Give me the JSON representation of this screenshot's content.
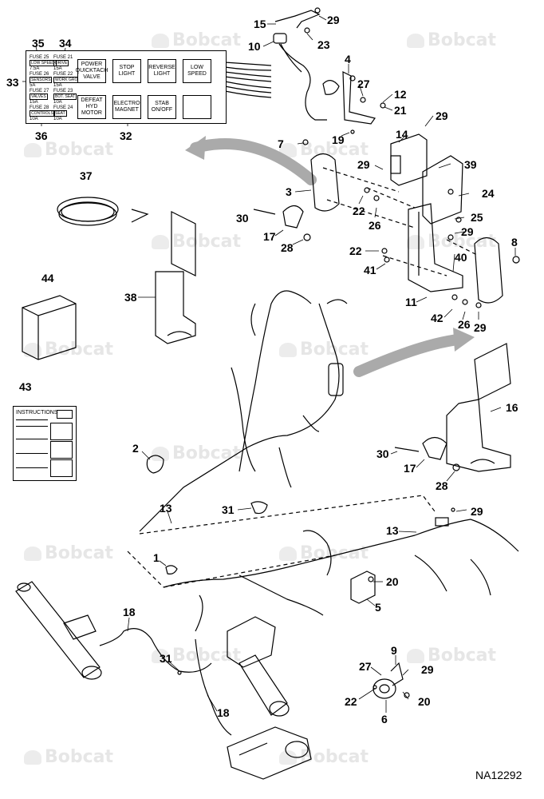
{
  "watermark": "Bobcat",
  "figure_id": "NA12292",
  "fuse_panel": {
    "buttons": [
      {
        "label": "POWER QUICKTACH VALVE"
      },
      {
        "label": "STOP LIGHT"
      },
      {
        "label": "REVERSE LIGHT"
      },
      {
        "label": "LOW SPEED"
      },
      {
        "label": "DEFEAT HYD MOTOR"
      },
      {
        "label": "ELECTRO MAGNET"
      },
      {
        "label": "STAB ON/OFF"
      },
      {
        "label": ""
      }
    ],
    "fuses": [
      {
        "name": "FUSE 25",
        "tag": "LOW SPEED",
        "amps": "7.5A"
      },
      {
        "name": "FUSE 21",
        "tag": "DRIVE",
        "amps": "15A"
      },
      {
        "name": "FUSE 26",
        "tag": "SENSORS",
        "amps": "5A"
      },
      {
        "name": "FUSE 22",
        "tag": "WORK GROUP",
        "amps": "15A"
      },
      {
        "name": "FUSE 27",
        "tag": "VALVES",
        "amps": "15A"
      },
      {
        "name": "FUSE 23",
        "tag": "BOT. SEAT",
        "amps": "10A"
      },
      {
        "name": "FUSE 28",
        "tag": "CONTROLS",
        "amps": "10A"
      },
      {
        "name": "FUSE 24",
        "tag": "SEAT",
        "amps": "10A"
      }
    ]
  },
  "instructions_label": "INSTRUCTIONS",
  "callouts": {
    "c15": "15",
    "c29a": "29",
    "c10": "10",
    "c23": "23",
    "c35": "35",
    "c34": "34",
    "c33": "33",
    "c36": "36",
    "c32": "32",
    "c4": "4",
    "c27a": "27",
    "c12": "12",
    "c21": "21",
    "c29b": "29",
    "c14": "14",
    "c7": "7",
    "c19": "19",
    "c29c": "29",
    "c39": "39",
    "c3": "3",
    "c24": "24",
    "c22a": "22",
    "c26a": "26",
    "c25": "25",
    "c29d": "29",
    "c37": "37",
    "c30a": "30",
    "c17a": "17",
    "c28a": "28",
    "c8": "8",
    "c22b": "22",
    "c41": "41",
    "c40": "40",
    "c44": "44",
    "c38": "38",
    "c11": "11",
    "c42": "42",
    "c26b": "26",
    "c29e": "29",
    "c43": "43",
    "c16": "16",
    "c2": "2",
    "c30b": "30",
    "c17b": "17",
    "c28b": "28",
    "c31a": "31",
    "c13a": "13",
    "c29f": "29",
    "c13b": "13",
    "c1": "1",
    "c20a": "20",
    "c5": "5",
    "c18a": "18",
    "c31b": "31",
    "c9": "9",
    "c27b": "27",
    "c29g": "29",
    "c18b": "18",
    "c22c": "22",
    "c20b": "20",
    "c6": "6"
  }
}
